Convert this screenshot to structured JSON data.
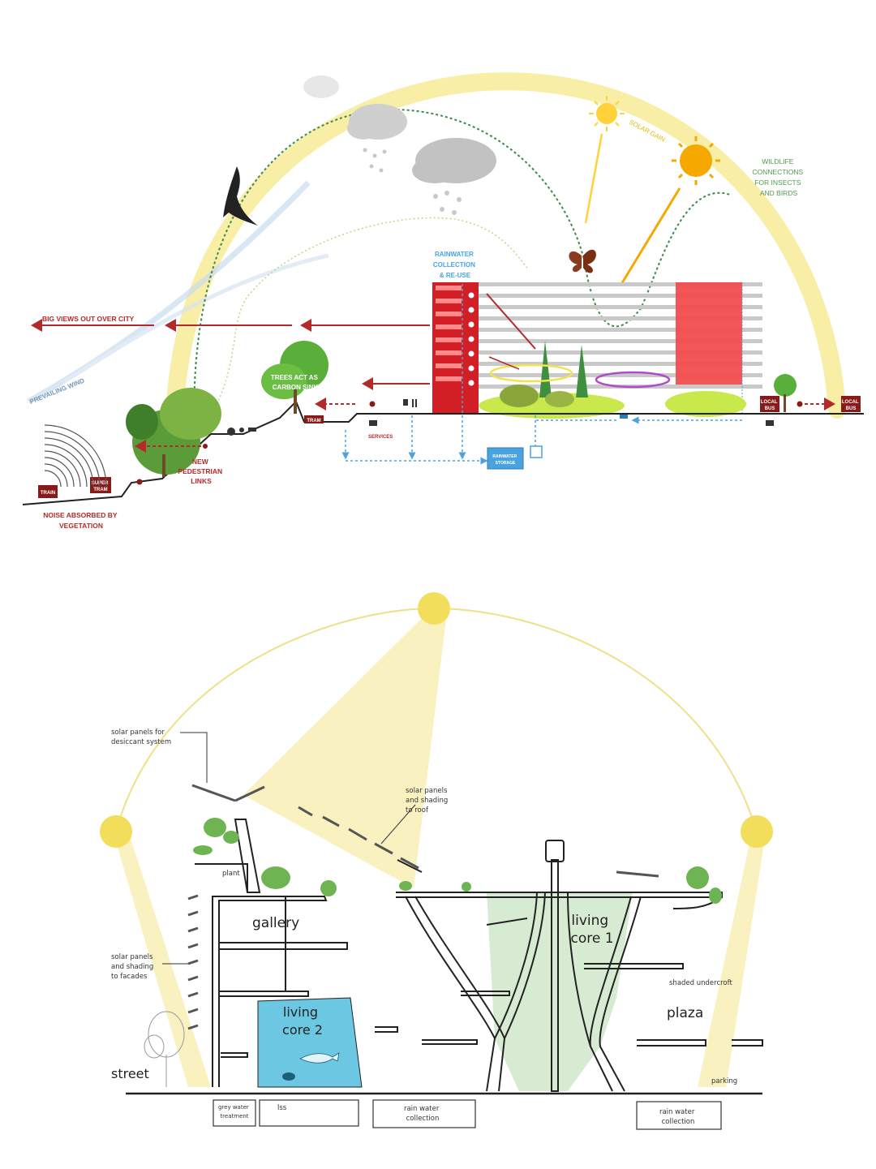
{
  "top_diagram": {
    "labels": {
      "big_views": "BIG VIEWS OUT OVER CITY",
      "prevailing_wind": "PREVAILING WIND",
      "trees_carbon": [
        "TREES ACT AS",
        "CARBON SINK"
      ],
      "new_pedestrian": [
        "NEW",
        "PEDESTRIAN",
        "LINKS"
      ],
      "noise": [
        "NOISE ABSORBED BY",
        "VEGETATION"
      ],
      "rainwater": [
        "RAINWATER",
        "COLLECTION",
        "& RE-USE"
      ],
      "solar_gain": "SOLAR GAIN",
      "wildlife": [
        "WILDLIFE",
        "CONNECTIONS",
        "FOR INSECTS",
        "AND BIRDS"
      ],
      "services": "SERVICES",
      "rainwater_storage": [
        "RAINWATER",
        "STORAGE"
      ],
      "train": "TRAIN",
      "super_tram": [
        "SUPER",
        "TRAM"
      ],
      "local_bus": [
        "LOCAL",
        "BUS"
      ],
      "tram": "TRAM"
    },
    "colors": {
      "red": "#b22a2a",
      "green": "#4f9b4f",
      "blue": "#4aa3df",
      "yellow_arc": "#f7ec9c",
      "sun": "#f5a800"
    }
  },
  "bottom_diagram": {
    "labels": {
      "solar_desiccant": [
        "solar panels for",
        "desiccant system"
      ],
      "solar_roof": [
        "solar panels",
        "and shading",
        "to roof"
      ],
      "solar_facades": [
        "solar panels",
        "and shading",
        "to facades"
      ],
      "plant": "plant",
      "gallery": "gallery",
      "living_core_2": [
        "living",
        "core 2"
      ],
      "living_core_1": [
        "living",
        "core 1"
      ],
      "plaza": "plaza",
      "shaded_undercroft": "shaded undercroft",
      "street": "street",
      "parking": "parking",
      "grey_water": [
        "grey water",
        "treatment"
      ],
      "lss": "lss",
      "rain_water_1": [
        "rain water",
        "collection"
      ],
      "rain_water_2": [
        "rain water",
        "collection"
      ]
    },
    "colors": {
      "sun": "#f2de5a",
      "beam": "#f7eeb0",
      "water": "#6cc7e3",
      "green_core": "#cfe8c9"
    }
  }
}
